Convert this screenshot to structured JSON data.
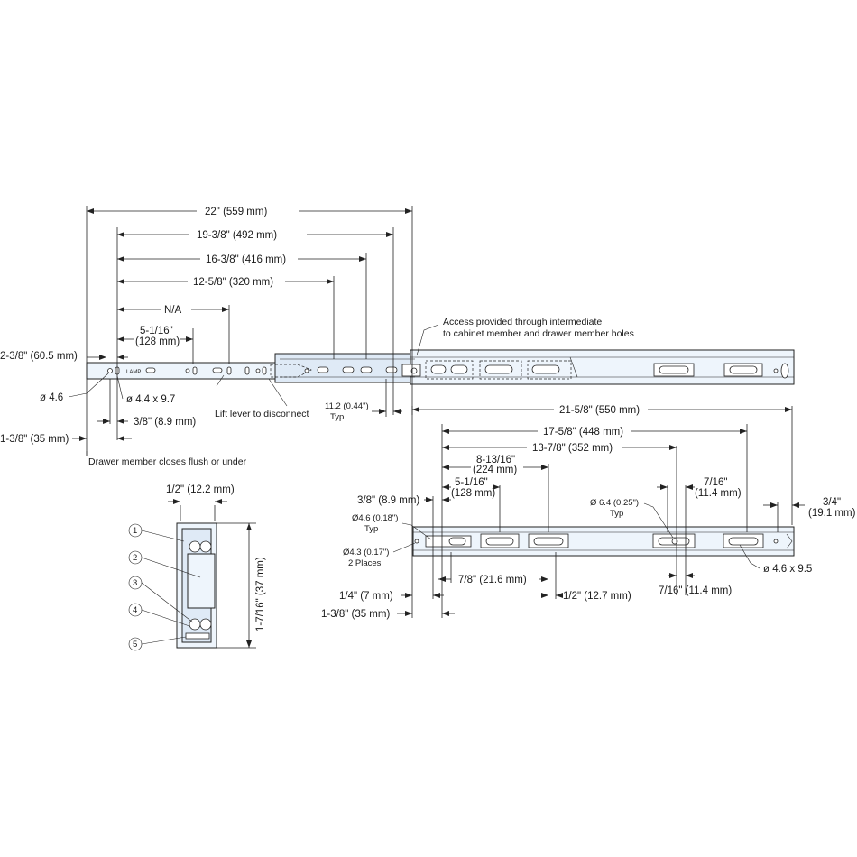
{
  "drawer_slide": {
    "dims": {
      "overall_length": "22\" (559 mm)",
      "d_19_3_8": "19-3/8\" (492 mm)",
      "d_16_3_8": "16-3/8\" (416 mm)",
      "d_12_5_8": "12-5/8\" (320 mm)",
      "na": "N/A",
      "d_5_1_16_a": "5-1/16\"",
      "d_128_a": "(128 mm)",
      "d_2_3_8": "2-3/8\" (60.5 mm)",
      "d_phi46": "ø 4.6",
      "d_phi44x97": "ø 4.4 x 9.7",
      "d_3_8_a": "3/8\" (8.9 mm)",
      "d_1_3_8_a": "1-3/8\" (35 mm)",
      "d_11_2": "11.2 (0.44\")",
      "typ_a": "Typ"
    },
    "notes": {
      "access": "Access provided through intermediate",
      "access2": "to cabinet member and drawer member holes",
      "lift": "Lift lever to disconnect",
      "flush": "Drawer member closes flush or under",
      "logo": "LAMP"
    }
  },
  "cabinet_member": {
    "dims": {
      "d_21_5_8": "21-5/8\" (550 mm)",
      "d_17_5_8": "17-5/8\" (448 mm)",
      "d_13_7_8": "13-7/8\" (352 mm)",
      "d_8_13_16": "8-13/16\"",
      "d_224": "(224 mm)",
      "d_5_1_16_b": "5-1/16\"",
      "d_128_b": "(128 mm)",
      "d_3_8_b": "3/8\" (8.9 mm)",
      "d_phi46_018": "Ø4.6 (0.18\")",
      "typ_b": "Typ",
      "d_phi43_017": "Ø4.3 (0.17\")",
      "places": "2 Places",
      "d_7_16_a": "7/16\"",
      "d_114_a": "(11.4 mm)",
      "d_phi64": "Ø 6.4 (0.25\")",
      "typ_c": "Typ",
      "d_3_4": "3/4\"",
      "d_191": "(19.1 mm)",
      "d_7_8": "7/8\" (21.6 mm)",
      "d_1_2_b": "1/2\" (12.7 mm)",
      "d_7_16_b": "7/16\" (11.4 mm)",
      "d_phi46x95": "ø 4.6 x 9.5",
      "d_1_4": "1/4\" (7 mm)",
      "d_1_3_8_b": "1-3/8\" (35 mm)"
    }
  },
  "cross_section": {
    "width": "1/2\" (12.2 mm)",
    "height": "1-7/16\" (37 mm)",
    "callouts": [
      "1",
      "2",
      "3",
      "4",
      "5"
    ]
  }
}
